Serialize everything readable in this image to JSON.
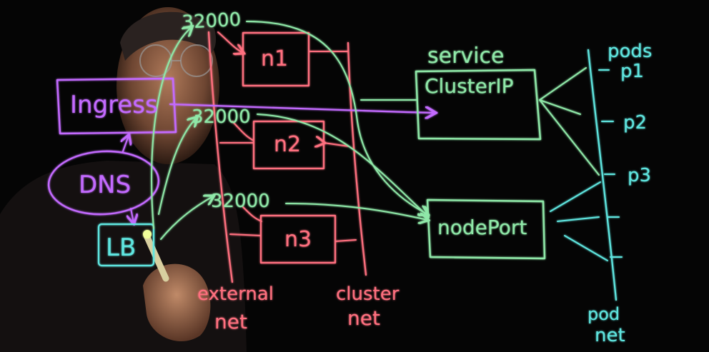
{
  "colors": {
    "background": "#050505",
    "pink": "#ff6f7f",
    "purple": "#c36bff",
    "green": "#8fe8a8",
    "cyan": "#5fe6e0",
    "pen_body": "#d8cfa0"
  },
  "labels": {
    "port_n1": "32000",
    "port_n2": "32000",
    "port_n3": "32000",
    "node_n1": "n1",
    "node_n2": "n2",
    "node_n3": "n3",
    "ingress": "Ingress",
    "dns": "DNS",
    "lb": "LB",
    "service_heading": "service",
    "clusterip": "ClusterIP",
    "nodeport": "nodePort",
    "pods_heading": "pods",
    "pod_1": "p1",
    "pod_2": "p2",
    "pod_3": "p3",
    "external_net_line1": "external",
    "external_net_line2": "net",
    "cluster_net_line1": "cluster",
    "cluster_net_line2": "net",
    "pod_net_line1": "pod",
    "pod_net_line2": "net"
  }
}
